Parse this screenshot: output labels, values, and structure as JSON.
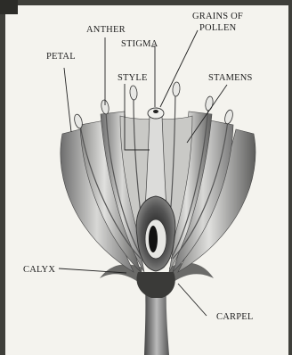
{
  "diagram": {
    "labels": {
      "petal": "PETAL",
      "anther": "ANTHER",
      "stigma": "STIGMA",
      "grains_of_pollen_line1": "GRAINS OF",
      "grains_of_pollen_line2": "POLLEN",
      "style": "STYLE",
      "stamens": "STAMENS",
      "calyx": "CALYX",
      "carpel": "CARPEL"
    },
    "colors": {
      "paper": "#f4f3ee",
      "frame": "#3f3f3a",
      "ink": "#222222"
    }
  }
}
